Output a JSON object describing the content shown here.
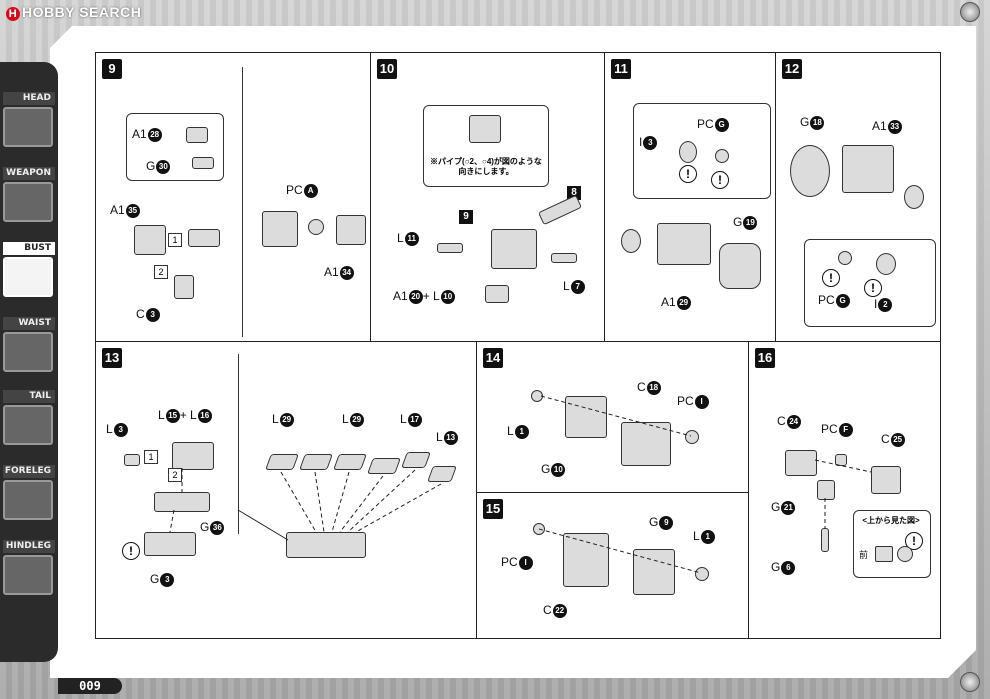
{
  "header": {
    "logo_text": "HOBBY SEARCH"
  },
  "tabs": [
    {
      "label": "HEAD",
      "active": false
    },
    {
      "label": "WEAPON",
      "active": false
    },
    {
      "label": "BUST",
      "active": true
    },
    {
      "label": "WAIST",
      "active": false
    },
    {
      "label": "TAIL",
      "active": false
    },
    {
      "label": "FORELEG",
      "active": false
    },
    {
      "label": "HINDLEG",
      "active": false
    }
  ],
  "page_number": "009",
  "steps": {
    "s9": {
      "num": "9",
      "a1_28": "A1",
      "n28": "28",
      "g30": "G",
      "n30": "30",
      "a1_35": "A1",
      "n35": "35",
      "c3": "C",
      "n3": "3",
      "pca": "PC",
      "na": "A",
      "a1_34": "A1",
      "n34": "34",
      "st1": "1",
      "st2": "2"
    },
    "s10": {
      "num": "10",
      "note": "※パイプ(○2、○4)が図のような向きにします。",
      "sub8": "8",
      "sub9": "9",
      "l11": "L",
      "n11": "11",
      "a1_20": "A1",
      "n20": "20",
      "plus_l": "+ L",
      "n10": "10",
      "l7": "L",
      "n7": "7"
    },
    "s11": {
      "num": "11",
      "pcg": "PC",
      "ng": "G",
      "i3": "I",
      "n3": "3",
      "g19": "G",
      "n19": "19",
      "a1_29": "A1",
      "n29": "29"
    },
    "s12": {
      "num": "12",
      "g18": "G",
      "n18": "18",
      "a1_33": "A1",
      "n33": "33",
      "pcg": "PC",
      "ng": "G",
      "i2": "I",
      "n2": "2"
    },
    "s13": {
      "num": "13",
      "l3": "L",
      "n3": "3",
      "l15": "L",
      "n15": "15",
      "plus_l": "+ L",
      "n16": "16",
      "g36": "G",
      "n36": "36",
      "g3": "G",
      "ng3": "3",
      "l29a": "L",
      "n29a": "29",
      "l29b": "L",
      "n29b": "29",
      "l17": "L",
      "n17": "17",
      "l13": "L",
      "n13": "13",
      "st1": "1",
      "st2": "2"
    },
    "s14": {
      "num": "14",
      "c18": "C",
      "n18": "18",
      "pci": "PC",
      "ni": "I",
      "l1": "L",
      "n1": "1",
      "g10": "G",
      "n10": "10"
    },
    "s15": {
      "num": "15",
      "g9": "G",
      "n9": "9",
      "l1": "L",
      "n1": "1",
      "pci": "PC",
      "ni": "I",
      "c22": "C",
      "n22": "22"
    },
    "s16": {
      "num": "16",
      "c24": "C",
      "n24": "24",
      "pcf": "PC",
      "nf": "F",
      "c25": "C",
      "n25": "25",
      "g21": "G",
      "n21": "21",
      "g6": "G",
      "n6": "6",
      "view_note": "<上から見た図>",
      "front": "前"
    }
  },
  "warn_symbol": "!"
}
